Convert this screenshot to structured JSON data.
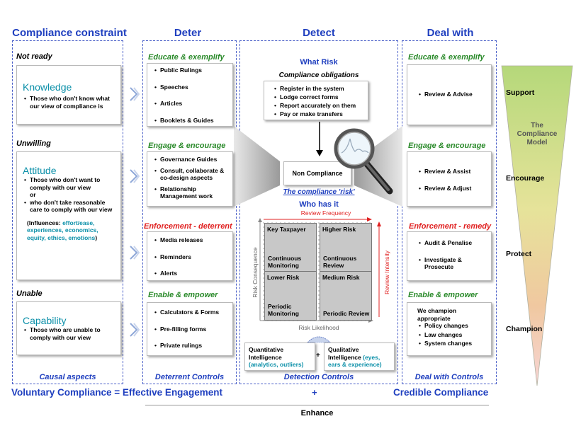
{
  "headers": {
    "compliance_constraint": "Compliance constraint",
    "deter": "Deter",
    "detect": "Detect",
    "deal_with": "Deal with"
  },
  "left": {
    "not_ready": "Not ready",
    "knowledge": {
      "title": "Knowledge",
      "items": [
        "Those who don't know what our view of compliance is"
      ]
    },
    "unwilling": "Unwilling",
    "attitude": {
      "title": "Attitude",
      "items": [
        "Those who don't want to comply with our view"
      ],
      "or": "or",
      "items2": [
        "who don't take reasonable care to comply with our view"
      ],
      "influences_prefix": "(Influences: ",
      "influences": "effort/ease, experiences, economics, equity, ethics, emotions",
      "influences_suffix": ")"
    },
    "unable": "Unable",
    "capability": {
      "title": "Capability",
      "items": [
        "Those who are unable to comply with our view"
      ]
    },
    "footer": "Causal aspects"
  },
  "deter": {
    "educate": {
      "title": "Educate & exemplify",
      "items": [
        "Public Rulings",
        "Speeches",
        "Articles",
        "Booklets & Guides"
      ]
    },
    "engage": {
      "title": "Engage & encourage",
      "items": [
        "Governance Guides",
        "Consult, collaborate & co-design aspects",
        "Relationship Management work"
      ]
    },
    "enforce": {
      "title": "Enforcement - deterrent",
      "items": [
        "Media releases",
        "Reminders",
        "Alerts"
      ]
    },
    "enable": {
      "title": "Enable & empower",
      "items": [
        "Calculators & Forms",
        "Pre-filling forms",
        "Private rulings"
      ]
    },
    "footer": "Deterrent Controls"
  },
  "detect": {
    "what_risk": "What Risk",
    "obligations_title": "Compliance obligations",
    "obligations": [
      "Register in the system",
      "Lodge correct forms",
      "Report accurately on them",
      "Pay or make transfers"
    ],
    "non_compliance": "Non Compliance",
    "compliance_risk": "The compliance 'risk'",
    "who_has_it": "Who has it",
    "review_frequency": "Review Frequency",
    "risk_consequence": "Risk Consequence",
    "review_intensity": "Review Intensity",
    "risk_likelihood": "Risk Likelihood",
    "quadrants": [
      {
        "top": "Key Taxpayer",
        "bottom": "Continuous Monitoring"
      },
      {
        "top": "Higher Risk",
        "bottom": "Continuous Review"
      },
      {
        "top": "Lower Risk",
        "bottom": "Periodic Monitoring"
      },
      {
        "top": "Medium Risk",
        "bottom": "Periodic Review"
      }
    ],
    "quantitative": {
      "label": "Quantitative Intelligence ",
      "detail": "(analytics, outliers)"
    },
    "plus": "+",
    "qualitative": {
      "label": "Qualitative Intelligence ",
      "detail": "(eyes, ears & experience)"
    },
    "footer": "Detection Controls"
  },
  "deal": {
    "educate": {
      "title": "Educate & exemplify",
      "items": [
        "Review & Advise"
      ]
    },
    "engage": {
      "title": "Engage & encourage",
      "items": [
        "Review & Assist",
        "Review & Adjust"
      ]
    },
    "enforce": {
      "title": "Enforcement - remedy",
      "items": [
        "Audit & Penalise",
        "Investigate & Prosecute"
      ]
    },
    "enable": {
      "title": "Enable & empower",
      "intro": "We champion appropriate",
      "items": [
        "Policy changes",
        "Law changes",
        "System changes"
      ]
    },
    "footer": "Deal with Controls"
  },
  "model": {
    "title": "The Compliance Model",
    "levels": [
      "Support",
      "Encourage",
      "Protect",
      "Champion"
    ]
  },
  "bottom": {
    "voluntary": "Voluntary Compliance = Effective Engagement",
    "plus": "+",
    "credible": "Credible Compliance",
    "enhance": "Enhance"
  },
  "colors": {
    "header_blue": "#1f3fbf",
    "green": "#2a8a2a",
    "red": "#e02020",
    "teal": "#0a8fa8"
  }
}
